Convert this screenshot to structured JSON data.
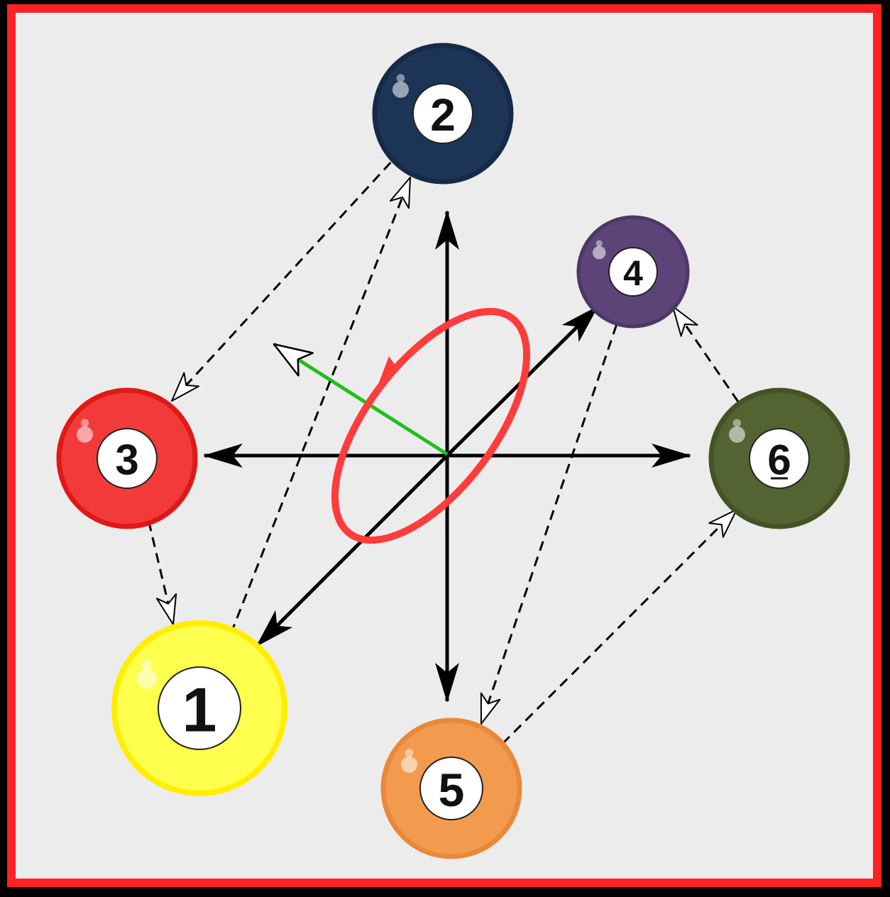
{
  "diagram": {
    "balls": [
      {
        "id": "ball-1",
        "label": "1",
        "color": "#ffff4d",
        "rim": "#ffee00"
      },
      {
        "id": "ball-2",
        "label": "2",
        "color": "#1c3557",
        "rim": "#162a45"
      },
      {
        "id": "ball-3",
        "label": "3",
        "color": "#f23a3a",
        "rim": "#e01818"
      },
      {
        "id": "ball-4",
        "label": "4",
        "color": "#5d4478",
        "rim": "#4c3766"
      },
      {
        "id": "ball-5",
        "label": "5",
        "color": "#f29b4f",
        "rim": "#e8893a"
      },
      {
        "id": "ball-6",
        "label": "6",
        "color": "#546332",
        "rim": "#455228"
      }
    ],
    "colors": {
      "frame": "#ff2222",
      "background": "#ececec",
      "axis": "#000000",
      "rotation_ellipse": "#ff3b3b",
      "normal_vector": "#22c01a",
      "dashed_arrow": "#000000"
    }
  }
}
